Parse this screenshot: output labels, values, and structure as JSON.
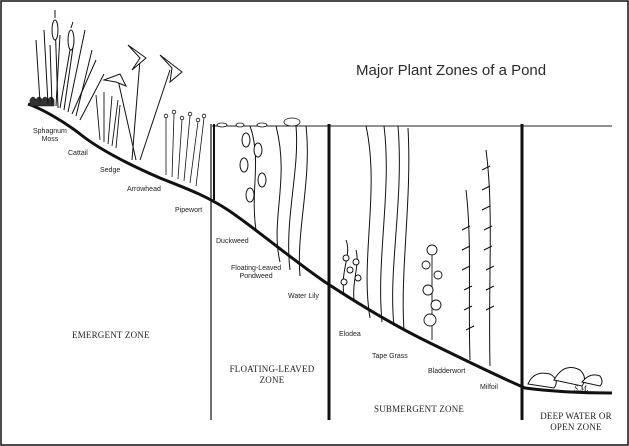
{
  "title": "Major Plant Zones of a Pond",
  "plants": {
    "sphagnum_moss": "Sphagnum\nMoss",
    "cattail": "Cattail",
    "sedge": "Sedge",
    "arrowhead": "Arrowhead",
    "pipewort": "Pipewort",
    "duckweed": "Duckweed",
    "floating_leaved_pondweed": "Floating-Leaved\nPondweed",
    "water_lily": "Water Lily",
    "elodea": "Elodea",
    "tape_grass": "Tape Grass",
    "bladderwort": "Bladderwort",
    "milfoil": "Milfoil"
  },
  "zones": {
    "emergent": "EMERGENT ZONE",
    "floating_leaved": "FLOATING-LEAVED\nZONE",
    "submergent": "SUBMERGENT ZONE",
    "deep_water": "DEEP WATER OR\nOPEN ZONE"
  },
  "signature": "S.M."
}
